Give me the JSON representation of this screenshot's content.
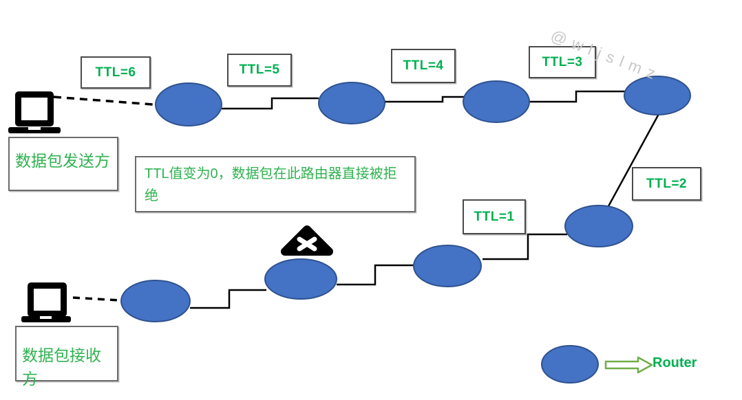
{
  "diagram": {
    "watermark": "@wljslmz",
    "note": "TTL值变为0，数据包在此路由器直接被拒绝",
    "sender_label": "数据包发送方",
    "receiver_label": "数据包接收方",
    "ttl_boxes": [
      {
        "label": "TTL=6"
      },
      {
        "label": "TTL=5"
      },
      {
        "label": "TTL=4"
      },
      {
        "label": "TTL=3"
      },
      {
        "label": "TTL=2"
      },
      {
        "label": "TTL=1"
      }
    ],
    "legend": {
      "router_label": "Router"
    },
    "colors": {
      "router_fill": "#4472C4",
      "router_border": "#2F528F",
      "ttl_green": "#00B050",
      "cjk_green": "#2FB250",
      "arrow_green": "#70AD47",
      "watermark_gray": "#C9C9C9",
      "connector_black": "#000000"
    }
  }
}
